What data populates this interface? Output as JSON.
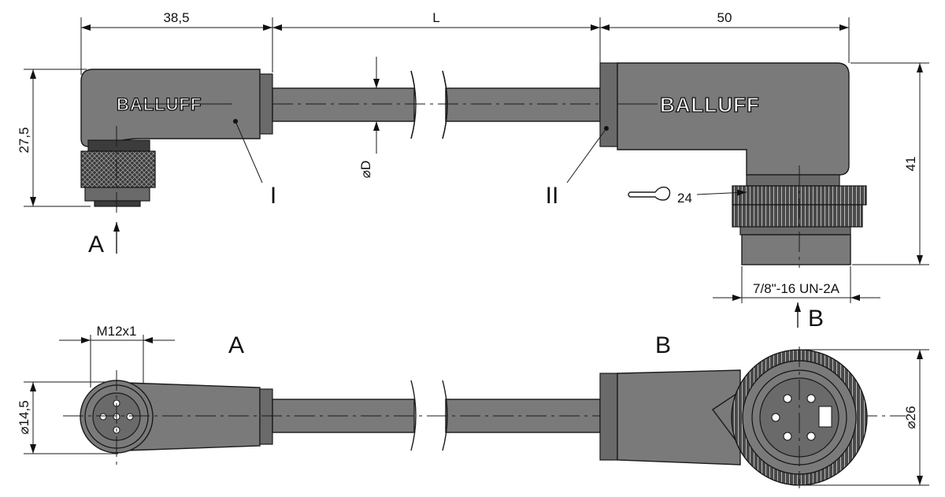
{
  "dimensions": {
    "left_length": "38,5",
    "cable_length": "L",
    "right_length": "50",
    "left_height": "27,5",
    "right_height": "41",
    "cable_diameter": "⌀D",
    "wrench_size": "24",
    "thread_right": "7/8\"-16 UN-2A",
    "thread_left": "M12x1",
    "left_diameter": "⌀14,5",
    "right_diameter": "⌀26"
  },
  "labels": {
    "connector_1": "I",
    "connector_2": "II",
    "view_a": "A",
    "view_b": "B",
    "view_a_title": "A",
    "view_b_title": "B"
  },
  "branding": {
    "brand_name": "BALLUFF"
  },
  "icons": {
    "wrench": "wrench-icon",
    "arrow": "arrow-up-icon"
  }
}
